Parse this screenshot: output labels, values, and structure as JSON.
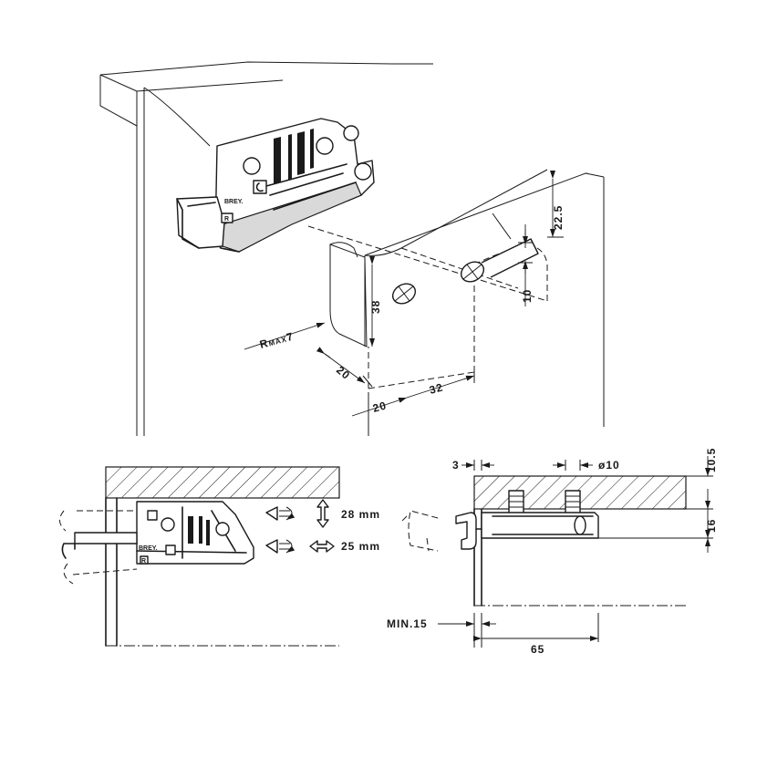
{
  "brand_mark": "BREY.",
  "side_mark": "R",
  "top_view": {
    "radius": "R",
    "radius_max": "MAX",
    "radius_value": "7",
    "dim_38": "38",
    "dim_20_diag": "20",
    "dim_20": "20",
    "dim_32": "32",
    "dim_22_5": "22.5",
    "dim_10": "10"
  },
  "front_view": {
    "height_adjust": "28 mm",
    "side_adjust": "25 mm"
  },
  "side_view": {
    "dim_3": "3",
    "dim_d10": "ø10",
    "dim_10_5": "10.5",
    "dim_16": "16",
    "dim_min15": "MIN.15",
    "dim_65": "65"
  }
}
